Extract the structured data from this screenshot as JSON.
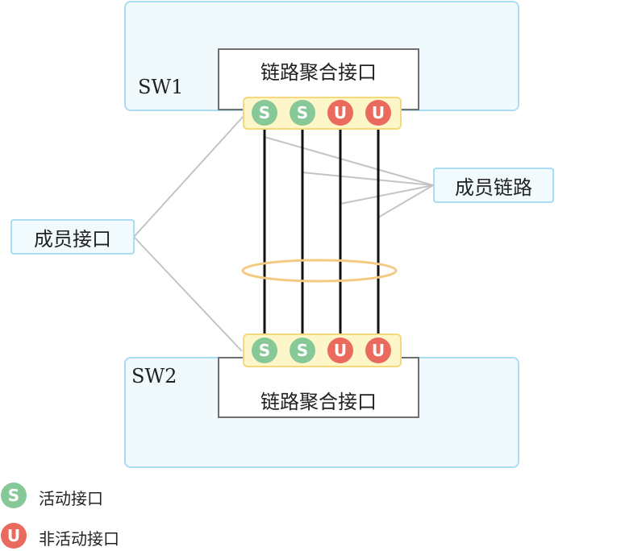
{
  "sw1": {
    "label": "SW1",
    "agg_label": "链路聚合接口",
    "ports": [
      "S",
      "S",
      "U",
      "U"
    ]
  },
  "sw2": {
    "label": "SW2",
    "agg_label": "链路聚合接口",
    "ports": [
      "S",
      "S",
      "U",
      "U"
    ]
  },
  "callouts": {
    "member_interface": "成员接口",
    "member_link": "成员链路"
  },
  "legend": [
    {
      "symbol": "S",
      "text": "活动接口",
      "color": "#87c898"
    },
    {
      "symbol": "U",
      "text": "非活动接口",
      "color": "#ea6a5e"
    }
  ],
  "colors": {
    "active": "#87c898",
    "inactive": "#ea6a5e",
    "switch_fill": "#f0fafd",
    "switch_border": "#a9def2",
    "port_bar": "#fdf6c9",
    "lag_ellipse": "#f5c982"
  }
}
